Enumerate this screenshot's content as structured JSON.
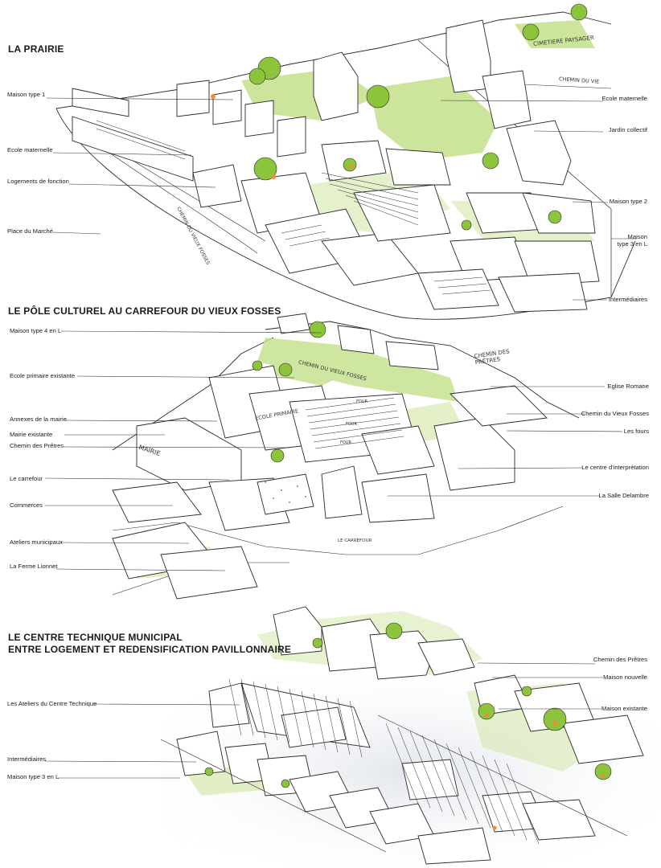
{
  "sections": [
    {
      "title": "LA PRAIRIE",
      "labels_left": [
        "Maison type 1",
        "Ecole maternelle",
        "Logements de fonction",
        "Place du Marché"
      ],
      "labels_right": [
        "Ecole maternelle",
        "Jardin collectif",
        "Maison type 2",
        "Maison",
        "type 3 en L",
        "Intermédiaires"
      ],
      "sketch_text": [
        "CIMETIERE PAYSAGER",
        "CHEMIN DU VIEUX FOSSES",
        "CHEMIN DU VIE"
      ]
    },
    {
      "title": "LE PÔLE CULTUREL AU CARREFOUR DU VIEUX FOSSES",
      "labels_left": [
        "Maison type 4 en L",
        "Ecole primaire existante",
        "Annexes de la mairie",
        "Mairie existante",
        "Chemin des Prêtres",
        "Le carrefour",
        "Commerces",
        "Ateliers municipaux",
        "La Ferme Lionnet"
      ],
      "labels_right": [
        "Eglise Romane",
        "Chemin du Vieux Fosses",
        "Les fours",
        "Le centre d'interprétation",
        "La Salle Delambre"
      ],
      "sketch_text": [
        "CHEMIN DES PRÊTRES",
        "CHEMIN DU VIEUX FOSSES",
        "ECOLE PRIMAIRE",
        "MAIRIE",
        "LE CARREFOUR",
        "FOUR",
        "FOUR",
        "FOUR"
      ]
    },
    {
      "title_lines": [
        "LE CENTRE TECHNIQUE MUNICIPAL",
        "ENTRE LOGEMENT ET REDENSIFICATION PAVILLONNAIRE"
      ],
      "labels_left": [
        "Les Ateliers du Centre Technique",
        "Intermédiaires",
        "Maison type 3 en L"
      ],
      "labels_right": [
        "Chemin des Prêtres",
        "Maison nouvelle",
        "Maison existante"
      ]
    }
  ],
  "colors": {
    "greenery": "#c4e08a",
    "tree": "#8cc43c",
    "accent": "#f08a3c",
    "ink": "#2a2a2a"
  }
}
